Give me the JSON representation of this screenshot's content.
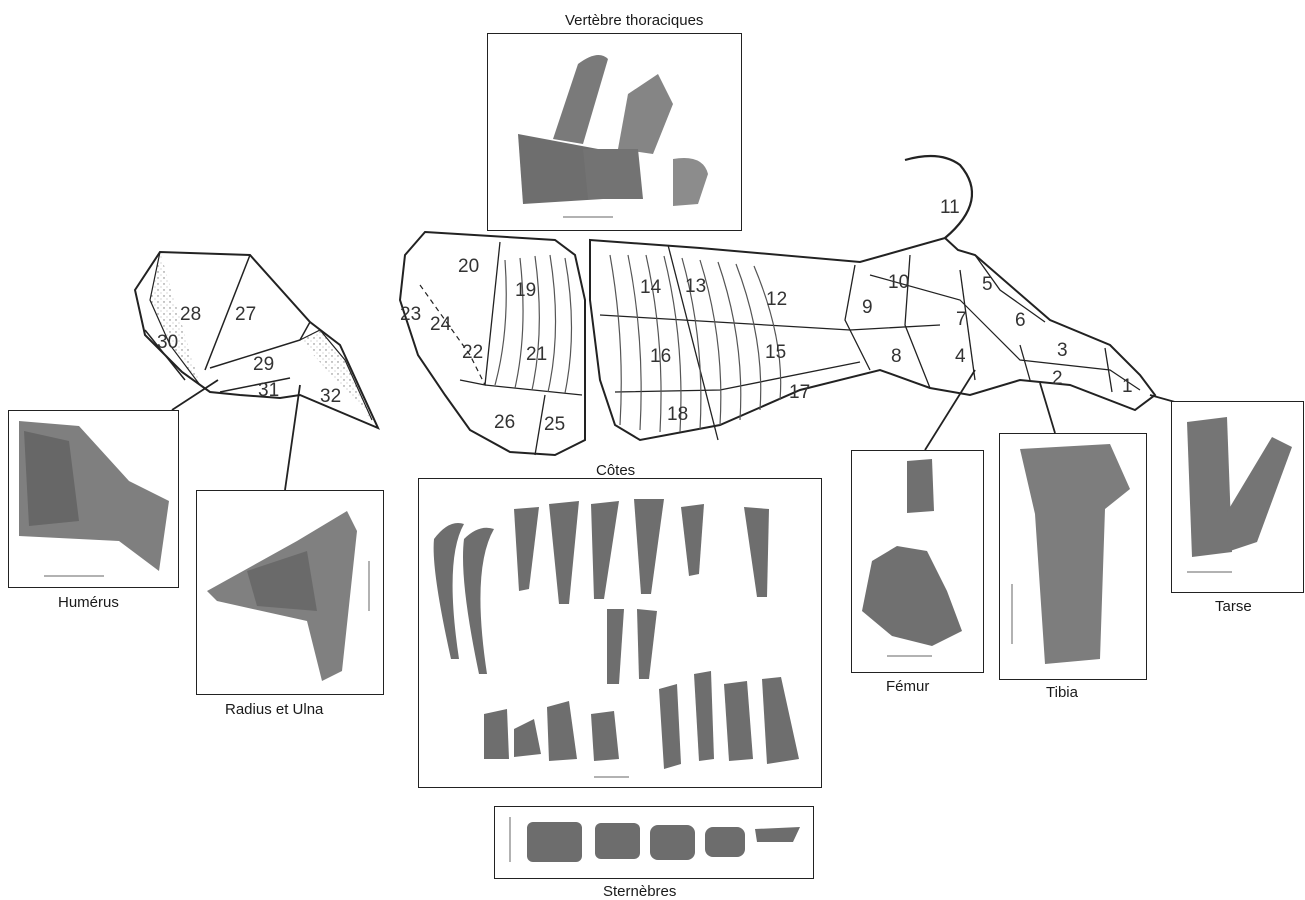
{
  "captions": {
    "vertebres": "Vertèbre thoraciques",
    "cotes": "Côtes",
    "humerus": "Humérus",
    "radius": "Radius et Ulna",
    "femur": "Fémur",
    "tibia": "Tibia",
    "tarse": "Tarse",
    "sternebres": "Sternèbres"
  },
  "cut_numbers": [
    "1",
    "2",
    "3",
    "4",
    "5",
    "6",
    "7",
    "8",
    "9",
    "10",
    "11",
    "12",
    "13",
    "14",
    "15",
    "16",
    "17",
    "18",
    "19",
    "20",
    "21",
    "22",
    "23",
    "24",
    "25",
    "26",
    "27",
    "28",
    "29",
    "30",
    "31",
    "32"
  ]
}
